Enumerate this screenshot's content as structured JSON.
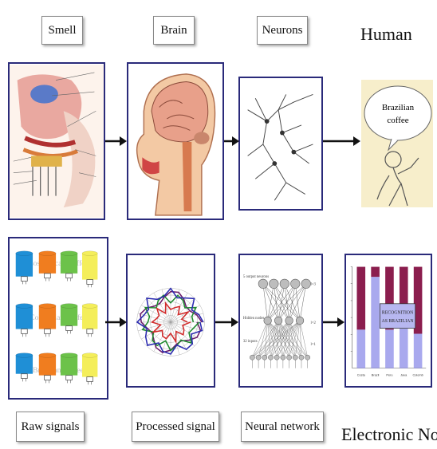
{
  "top_row": {
    "labels": {
      "smell": "Smell",
      "brain": "Brain",
      "neurons": "Neurons"
    },
    "title": "Human",
    "coffee_bubble": {
      "line1": "Brazilian",
      "line2": "coffee"
    }
  },
  "bottom_row": {
    "labels": {
      "raw": "Raw signals",
      "processed": "Processed signal",
      "neural": "Neural network"
    },
    "title": "Electronic Nose",
    "sensor_rows": [
      "Costa Rican Coffee",
      "Columbian Coffee",
      "Brazilian Coffee"
    ],
    "network_layers": {
      "output": "5 output neurons",
      "hidden": "Hidden nodes",
      "input": "32 inputs",
      "tag_top": "l=3",
      "tag_mid": "l=2",
      "tag_bot": "l=1"
    },
    "recognition": {
      "line1": "RECOGNITION",
      "line2": "AS BRAZILIAN"
    },
    "bar_chart": {
      "categories": [
        "Costa",
        "Brazil",
        "Peru",
        "Java",
        "Colomb"
      ],
      "upper_fraction": [
        0.62,
        0.1,
        0.62,
        0.58,
        0.66
      ]
    }
  },
  "colors": {
    "panel_border": "#2a2a7a",
    "sensor_blue": "#1f8fd6",
    "sensor_orange": "#f07d1f",
    "sensor_green": "#6cc24a",
    "sensor_yellow": "#f4ee5a",
    "bar_dark": "#8b1e4e",
    "bar_light": "#a9a9ee"
  }
}
